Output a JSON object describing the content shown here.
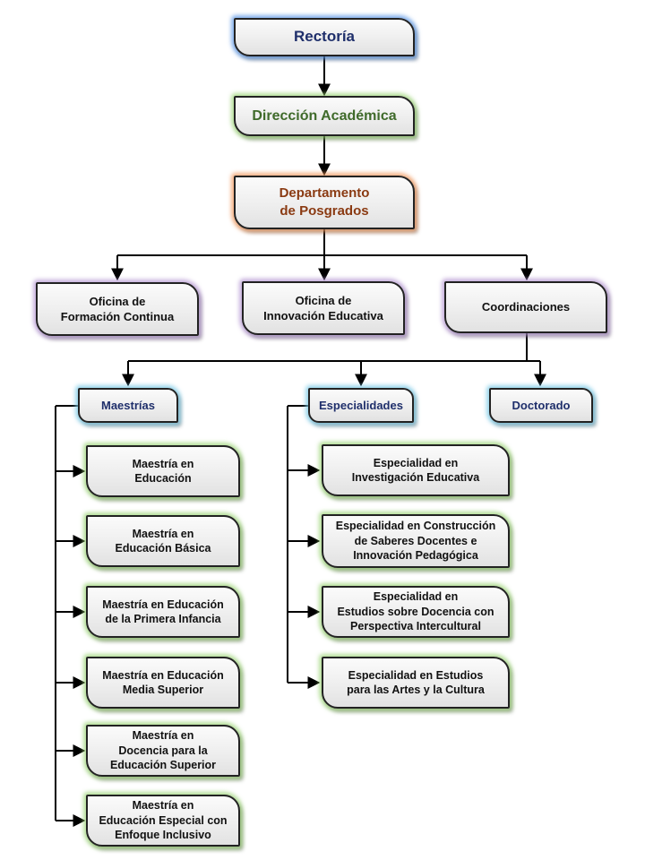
{
  "rectoria": "Rectoría",
  "direccion": "Dirección Académica",
  "departamento": [
    "Departamento",
    "de Posgrados"
  ],
  "oficinas": {
    "formacion": [
      "Oficina de",
      "Formación Continua"
    ],
    "innovacion": [
      "Oficina de",
      "Innovación Educativa"
    ],
    "coordinaciones": "Coordinaciones"
  },
  "headers": {
    "maestrias": "Maestrías",
    "especialidades": "Especialidades",
    "doctorado": "Doctorado"
  },
  "maestrias": [
    [
      "Maestría en",
      "Educación"
    ],
    [
      "Maestría en",
      "Educación Básica"
    ],
    [
      "Maestría en Educación",
      "de la Primera Infancia"
    ],
    [
      "Maestría en Educación",
      "Media Superior"
    ],
    [
      "Maestría en",
      "Docencia para la",
      "Educación Superior"
    ],
    [
      "Maestría en",
      "Educación Especial con",
      "Enfoque Inclusivo"
    ]
  ],
  "especialidades": [
    [
      "Especialidad en",
      "Investigación Educativa"
    ],
    [
      "Especialidad en Construcción",
      "de Saberes Docentes e",
      "Innovación Pedagógica"
    ],
    [
      "Especialidad en",
      "Estudios sobre Docencia con",
      "Perspectiva Intercultural"
    ],
    [
      "Especialidad en Estudios",
      "para las Artes y la Cultura"
    ]
  ]
}
